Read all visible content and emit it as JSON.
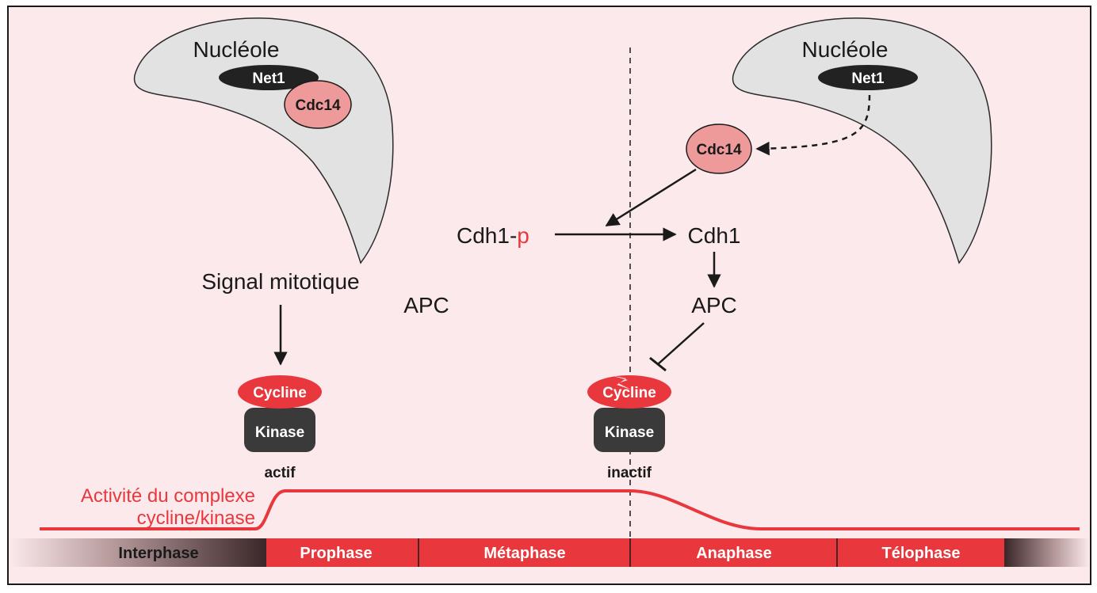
{
  "colors": {
    "background": "#fbe9eb",
    "nucleolus_fill": "#e2e2e2",
    "red": "#e8383d",
    "pink": "#ee9a9a",
    "dark": "#222222",
    "kinase_gray": "#3a3a3a"
  },
  "left": {
    "nucleolus_label": "Nucléole",
    "net1_label": "Net1",
    "cdc14_label": "Cdc14",
    "signal_label": "Signal mitotique",
    "apc_label": "APC",
    "cyclin_label": "Cycline",
    "kinase_label": "Kinase",
    "state_label": "actif"
  },
  "right": {
    "nucleolus_label": "Nucléole",
    "net1_label": "Net1",
    "cdc14_label": "Cdc14",
    "cdh1p_label": "Cdh1-",
    "cdh1p_suffix": "p",
    "cdh1_label": "Cdh1",
    "apc_label": "APC",
    "cyclin_label": "Cycline",
    "kinase_label": "Kinase",
    "state_label": "inactif"
  },
  "activity": {
    "label_line1": "Activité du complexe",
    "label_line2": "cycline/kinase",
    "levels": [
      "low",
      "high",
      "low"
    ]
  },
  "phases": [
    "Interphase",
    "Prophase",
    "Métaphase",
    "Anaphase",
    "Télophase"
  ]
}
